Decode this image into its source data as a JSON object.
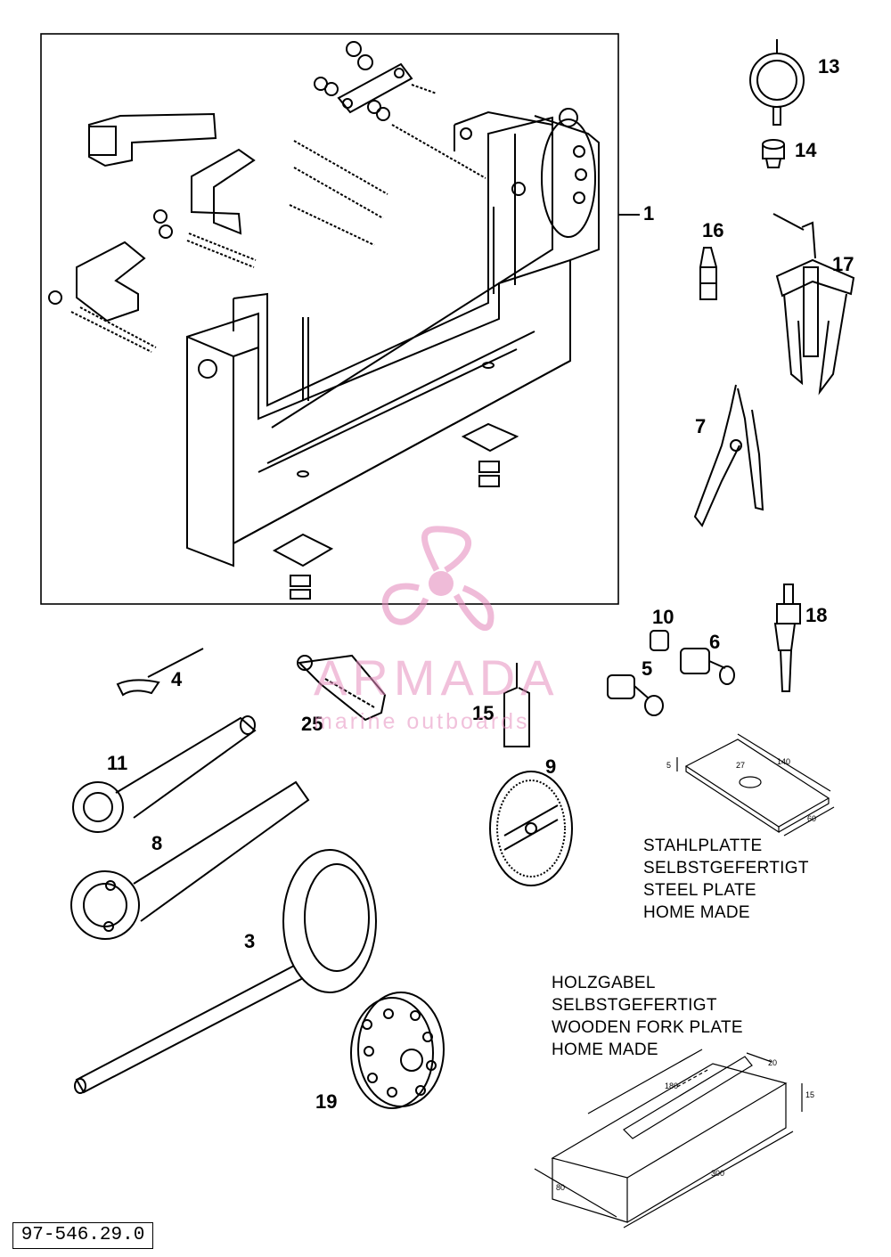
{
  "callouts": {
    "c1": "1",
    "c13": "13",
    "c14": "14",
    "c16": "16",
    "c17": "17",
    "c7": "7",
    "c18": "18",
    "c10": "10",
    "c6": "6",
    "c5": "5",
    "c4": "4",
    "c25": "25",
    "c15": "15",
    "c11": "11",
    "c9": "9",
    "c8": "8",
    "c3": "3",
    "c19": "19"
  },
  "steel_plate": {
    "lines": [
      "STAHLPLATTE",
      "SELBSTGEFERTIGT",
      "STEEL PLATE",
      "HOME MADE"
    ],
    "dims": {
      "thickness": "5",
      "length": "140",
      "width": "60",
      "hole": "27"
    }
  },
  "wooden_fork": {
    "lines": [
      "HOLZGABEL",
      "SELBSTGEFERTIGT",
      "WOODEN FORK PLATE",
      "HOME MADE"
    ],
    "dims": {
      "length": "300",
      "slot_length": "180",
      "slot_width": "20",
      "height": "15",
      "width": "80"
    }
  },
  "watermark": {
    "title": "ARMADA",
    "subtitle": "marine outboards",
    "color": "#e68fbf"
  },
  "doc_number": "97-546.29.0"
}
